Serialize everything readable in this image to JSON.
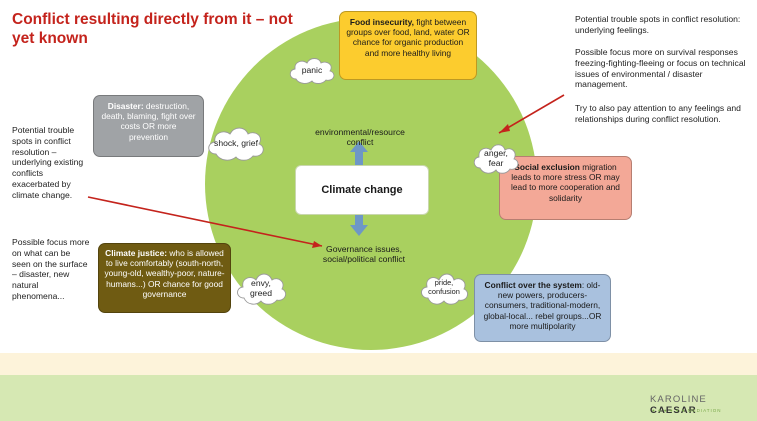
{
  "title": "Conflict resulting directly from it – not yet known",
  "left_notes": [
    "Potential trouble spots in conflict resolution – underlying existing conflicts exacerbated by climate change.",
    "Possible focus more on what can be seen on the surface – disaster, new natural phenomena..."
  ],
  "right_notes": [
    "Potential trouble spots in conflict resolution: underlying feelings.",
    "Possible focus more on survival responses freezing-fighting-fleeing or focus on technical issues of environmental / disaster management.",
    "Try to also pay attention to any feelings and relationships during conflict resolution."
  ],
  "center": {
    "top_label": "environmental/resource conflict",
    "main_label": "Climate change",
    "bottom_label": "Governance issues, social/political conflict"
  },
  "boxes": {
    "food": {
      "heading": "Food insecurity,",
      "text": " fight between groups over food, land, water OR chance for organic production and more healthy living"
    },
    "disaster": {
      "heading": "Disaster:",
      "text": " destruction, death, blaming, fight over costs OR more prevention"
    },
    "social": {
      "heading": "Social exclusion",
      "text": " migration leads to more stress OR may lead to more cooperation and solidarity"
    },
    "justice": {
      "heading": "Climate justice:",
      "text": " who is allowed to live comfortably (south-north, young-old, wealthy-poor, nature-humans...) OR chance for good governance"
    },
    "system": {
      "heading": "Conflict over the system",
      "text": ": old-new powers, producers-consumers, traditional-modern, global-local... rebel groups...OR more multipolarity"
    }
  },
  "clouds": {
    "panic": "panic",
    "shock": "shock, grief",
    "anger": "anger, fear",
    "envy": "envy, greed",
    "pride": "pride, confusion"
  },
  "logo": {
    "name_light": "KAROLINE ",
    "name_bold": "CAESAR",
    "sub": "MEDIATION"
  },
  "colors": {
    "title": "#c4231c",
    "circle": "#a9d05f",
    "food_box": "#fccc2e",
    "disaster_box": "#a0a3a6",
    "social_box": "#f3a897",
    "justice_box": "#6f5b12",
    "system_box": "#a9c1de",
    "arrow": "#6e97c6",
    "pointer": "#c4231c"
  }
}
